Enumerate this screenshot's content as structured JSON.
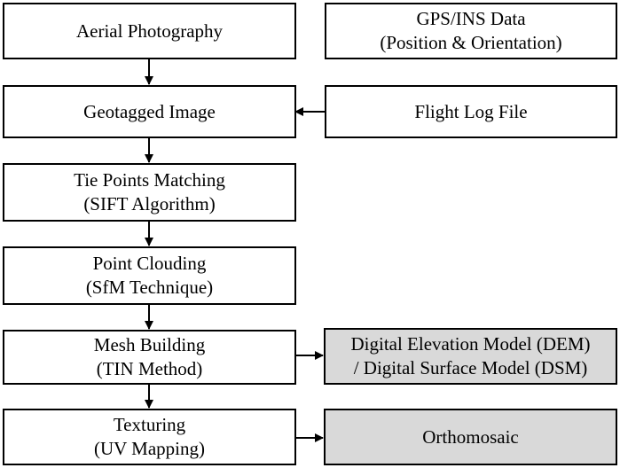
{
  "nodes": {
    "aerial_photography": {
      "lines": [
        "Aerial Photography"
      ]
    },
    "gps_ins_data": {
      "lines": [
        "GPS/INS Data",
        "(Position & Orientation)"
      ]
    },
    "geotagged_image": {
      "lines": [
        "Geotagged Image"
      ]
    },
    "flight_log_file": {
      "lines": [
        "Flight Log File"
      ]
    },
    "tie_points_matching": {
      "lines": [
        "Tie Points Matching",
        "(SIFT Algorithm)"
      ]
    },
    "point_clouding": {
      "lines": [
        "Point Clouding",
        "(SfM Technique)"
      ]
    },
    "mesh_building": {
      "lines": [
        "Mesh Building",
        "(TIN Method)"
      ]
    },
    "dem_dsm": {
      "lines": [
        "Digital Elevation Model (DEM)",
        "/ Digital Surface Model (DSM)"
      ]
    },
    "texturing": {
      "lines": [
        "Texturing",
        "(UV Mapping)"
      ]
    },
    "orthomosaic": {
      "lines": [
        "Orthomosaic"
      ]
    }
  },
  "colors": {
    "stroke": "#000000",
    "process_fill": "#ffffff",
    "output_fill": "#d9d9d9"
  }
}
